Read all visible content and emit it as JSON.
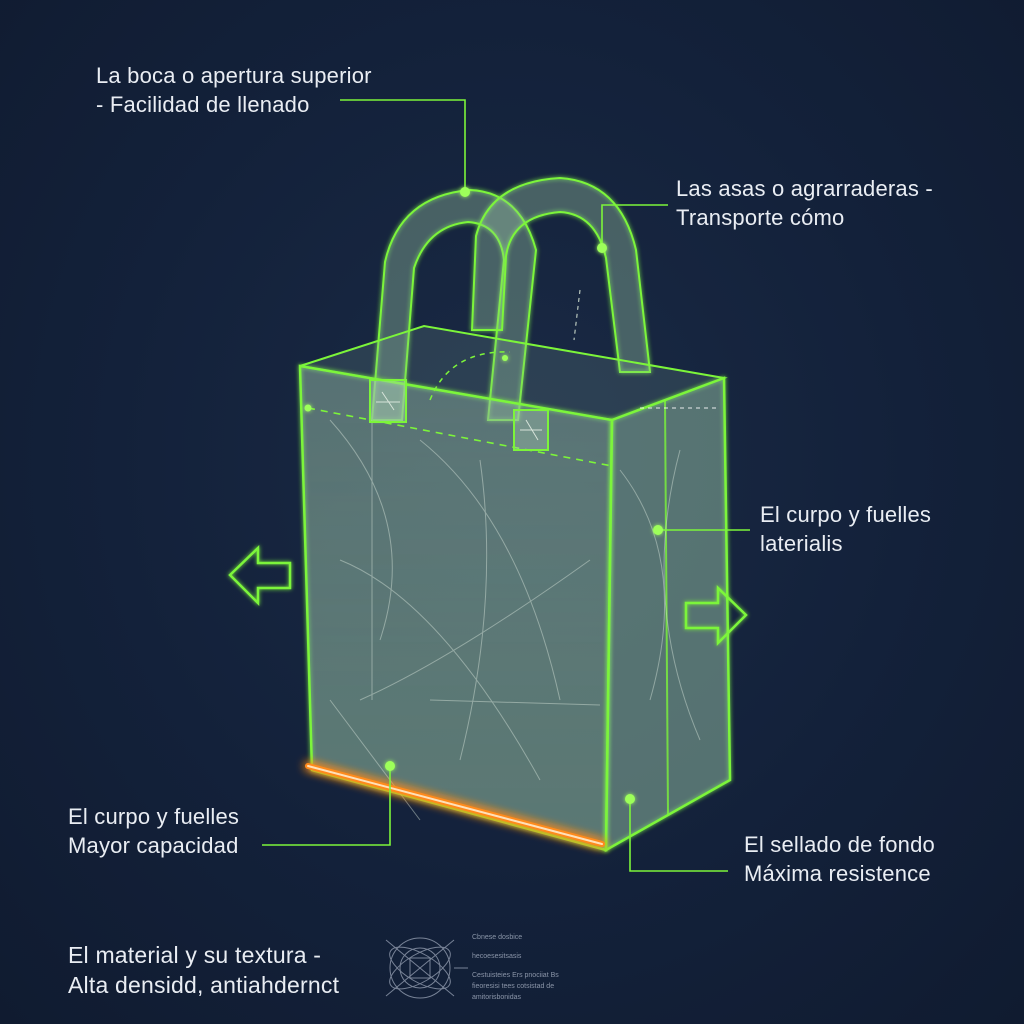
{
  "colors": {
    "background": "#13213a",
    "outline": "#7cf53a",
    "accent_seal": "#ff8a1f",
    "text": "#e9edf3"
  },
  "callouts": {
    "top_opening": {
      "line1": "La boca o apertura superior",
      "line2": "- Facilidad de llenado"
    },
    "handles": {
      "line1": "Las asas o agrarraderas -",
      "line2": "Transporte cómo"
    },
    "body_gussets_right": {
      "line1": "El curpo y fuelles",
      "line2": "laterialis"
    },
    "body_gussets_left": {
      "line1": "El curpo y fuelles",
      "line2": "Mayor capacidad"
    },
    "bottom_seal": {
      "line1": "El sellado de fondo",
      "line2": "Máxima resistence"
    },
    "material": {
      "line1": "El material y su textura -",
      "line2": "Alta densidd, antiahdernct"
    }
  },
  "footnote": {
    "lines": [
      "Cbnese dosbice",
      "hecoesesitsasis",
      "Cestuisteies Ers pnociiat Bs",
      "fieoresisi tees cotsistad de",
      "amitorisbonidas"
    ]
  },
  "icons": [
    "arrow-left-icon",
    "arrow-right-icon",
    "technical-emblem-icon"
  ]
}
